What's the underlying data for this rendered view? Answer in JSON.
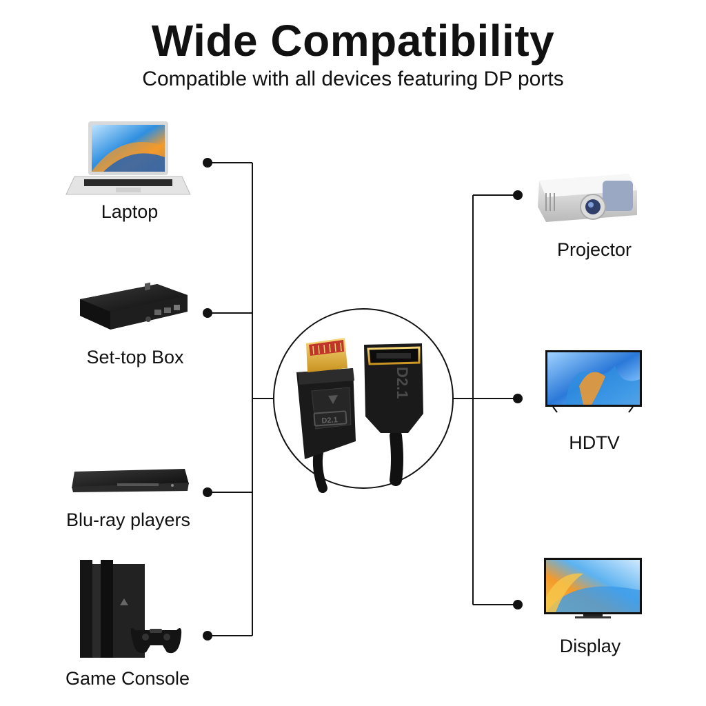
{
  "header": {
    "title": "Wide Compatibility",
    "subtitle": "Compatible with all devices featuring DP ports"
  },
  "sources": [
    {
      "label": "Laptop",
      "icon": "laptop-icon"
    },
    {
      "label": "Set-top Box",
      "icon": "set-top-box-icon"
    },
    {
      "label": "Blu-ray players",
      "icon": "blu-ray-player-icon"
    },
    {
      "label": "Game Console",
      "icon": "game-console-icon"
    }
  ],
  "outputs": [
    {
      "label": "Projector",
      "icon": "projector-icon"
    },
    {
      "label": "HDTV",
      "icon": "hdtv-icon"
    },
    {
      "label": "Display",
      "icon": "display-icon"
    }
  ],
  "cable": {
    "male_badge": "D2.1",
    "female_badge": "D2.1"
  },
  "colors": {
    "line": "#111111",
    "gold": "#e2b43a",
    "connector": "#1a1a1a",
    "screen_blue": "#2f8fe0",
    "screen_orange": "#f39a2b"
  }
}
